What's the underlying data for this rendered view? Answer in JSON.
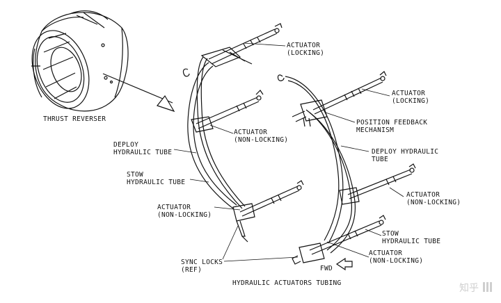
{
  "labels": {
    "thrust_reverser": "THRUST REVERSER",
    "actuator_locking_top": "ACTUATOR\n(LOCKING)",
    "actuator_locking_right": "ACTUATOR\n(LOCKING)",
    "position_feedback": "POSITION FEEDBACK\nMECHANISM",
    "deploy_tube_left": "DEPLOY\nHYDRAULIC TUBE",
    "deploy_tube_right": "DEPLOY HYDRAULIC\nTUBE",
    "actuator_nonlocking_upper": "ACTUATOR\n(NON-LOCKING)",
    "stow_tube_left": "STOW\nHYDRAULIC TUBE",
    "actuator_nonlocking_left": "ACTUATOR\n(NON-LOCKING)",
    "actuator_nonlocking_right": "ACTUATOR\n(NON-LOCKING)",
    "stow_tube_right": "STOW\nHYDRAULIC TUBE",
    "actuator_nonlocking_bottom": "ACTUATOR\n(NON-LOCKING)",
    "sync_locks": "SYNC LOCKS\n(REF)",
    "fwd": "FWD",
    "caption": "HYDRAULIC ACTUATORS TUBING"
  },
  "watermark": "知乎"
}
